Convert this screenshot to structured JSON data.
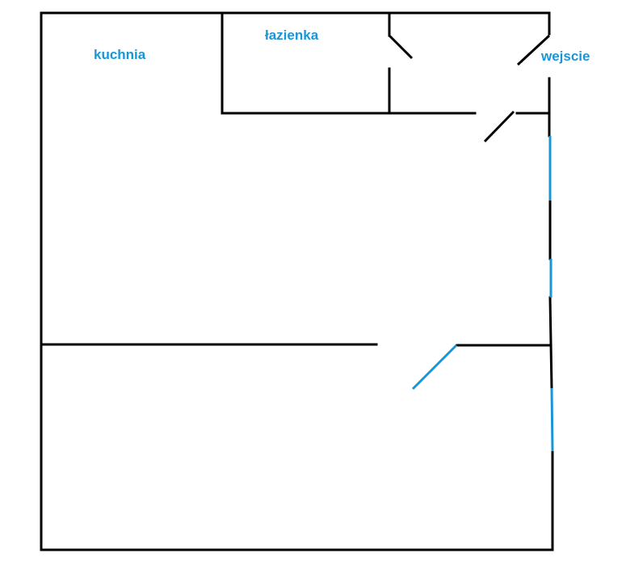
{
  "colors": {
    "wall": "#000000",
    "accent": "#1b95d6"
  },
  "rooms": {
    "kitchen": {
      "label": "kuchnia"
    },
    "bathroom": {
      "label": "łazienka"
    },
    "entrance": {
      "label": "wejscie"
    }
  }
}
